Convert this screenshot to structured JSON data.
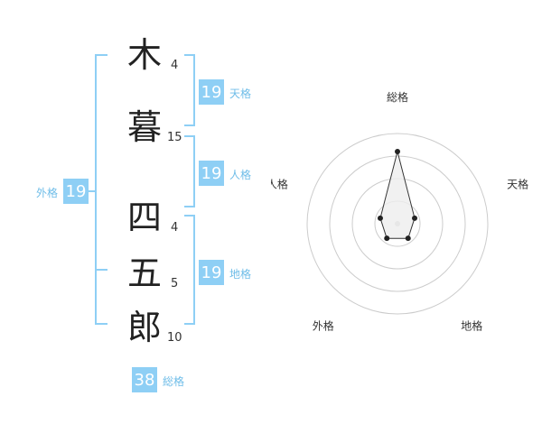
{
  "name": {
    "chars": [
      {
        "char": "木",
        "strokes": "4"
      },
      {
        "char": "暮",
        "strokes": "15"
      },
      {
        "char": "四",
        "strokes": "4"
      },
      {
        "char": "五",
        "strokes": "5"
      },
      {
        "char": "郎",
        "strokes": "10"
      }
    ]
  },
  "fortunes": {
    "tenkaku": {
      "value": "19",
      "label": "天格"
    },
    "jinkaku": {
      "value": "19",
      "label": "人格"
    },
    "chikaku": {
      "value": "19",
      "label": "地格"
    },
    "gaikaku": {
      "value": "19",
      "label": "外格"
    },
    "soukaku": {
      "value": "38",
      "label": "総格"
    }
  },
  "chart_data": {
    "type": "radar",
    "axes": [
      "総格",
      "天格",
      "地格",
      "外格",
      "人格"
    ],
    "values": [
      4,
      1,
      1,
      1,
      1
    ],
    "rmax": 5,
    "rings": 4,
    "colors": {
      "fill": "#eeeeee",
      "stroke": "#333333",
      "grid": "#cccccc",
      "badge": "#8ecff5"
    }
  }
}
